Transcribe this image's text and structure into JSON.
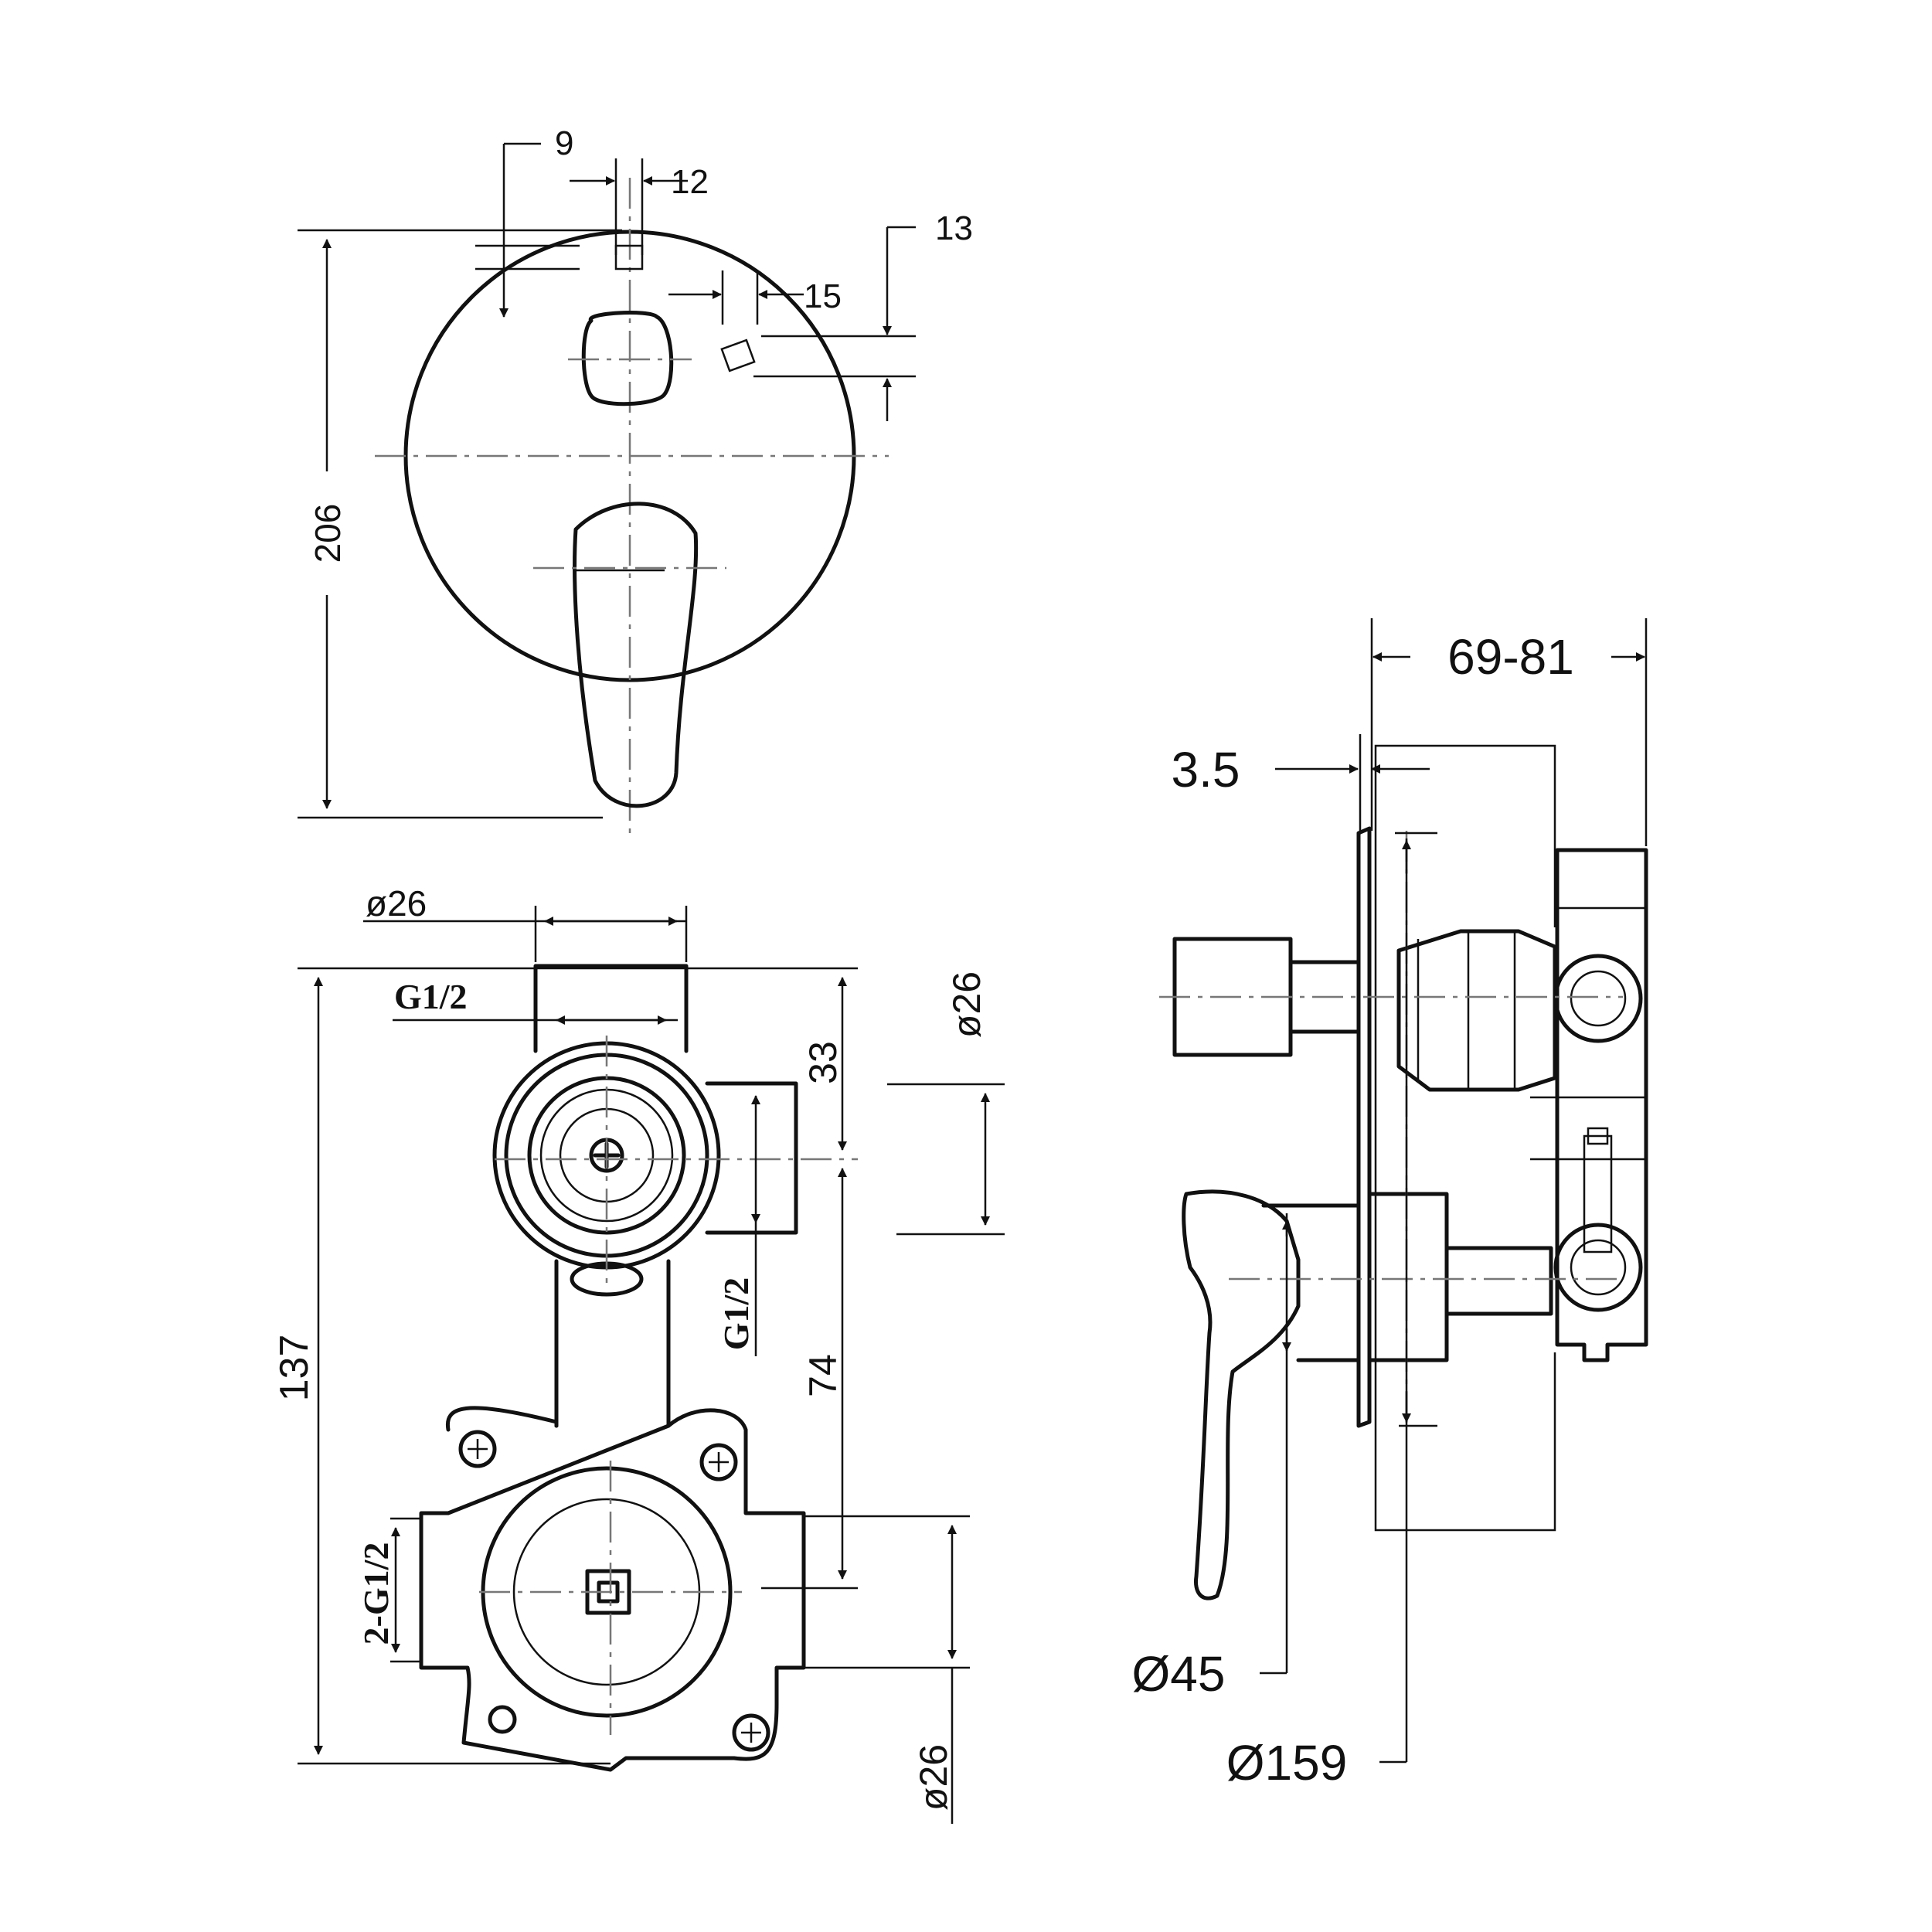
{
  "front_view": {
    "dim_height": "206",
    "dim_9": "9",
    "dim_12": "12",
    "dim_13": "13",
    "dim_15": "15"
  },
  "body_view": {
    "dia_top": "ø26",
    "thread_top": "G1/2",
    "dim_total": "137",
    "dim_33": "33",
    "dia_right_top": "ø26",
    "thread_side": "G1/2",
    "dim_74": "74",
    "thread_bottom": "2-G1/2",
    "dia_right_bottom": "ø26"
  },
  "side_view": {
    "dim_depth": "69-81",
    "dim_plate": "3.5",
    "dia_small": "Ø45",
    "dia_large": "Ø159"
  }
}
